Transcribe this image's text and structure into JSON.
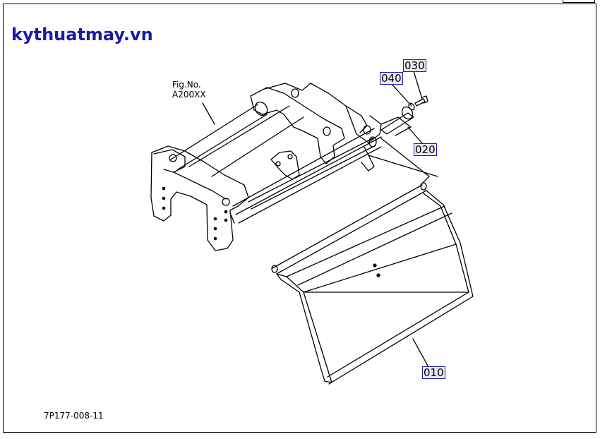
{
  "brand": {
    "text": "kythuatmay.vn",
    "color": "#1a1aa6"
  },
  "reference": {
    "line1": "Fig.No.",
    "line2": "A200XX"
  },
  "callouts": {
    "p030": "030",
    "p040": "040",
    "p020": "020",
    "p010": "010"
  },
  "drawing_number": "7P177-008-11",
  "colors": {
    "line": "#000000",
    "callout_bg": "#e9e9f5",
    "callout_border": "#1a1aa6"
  }
}
